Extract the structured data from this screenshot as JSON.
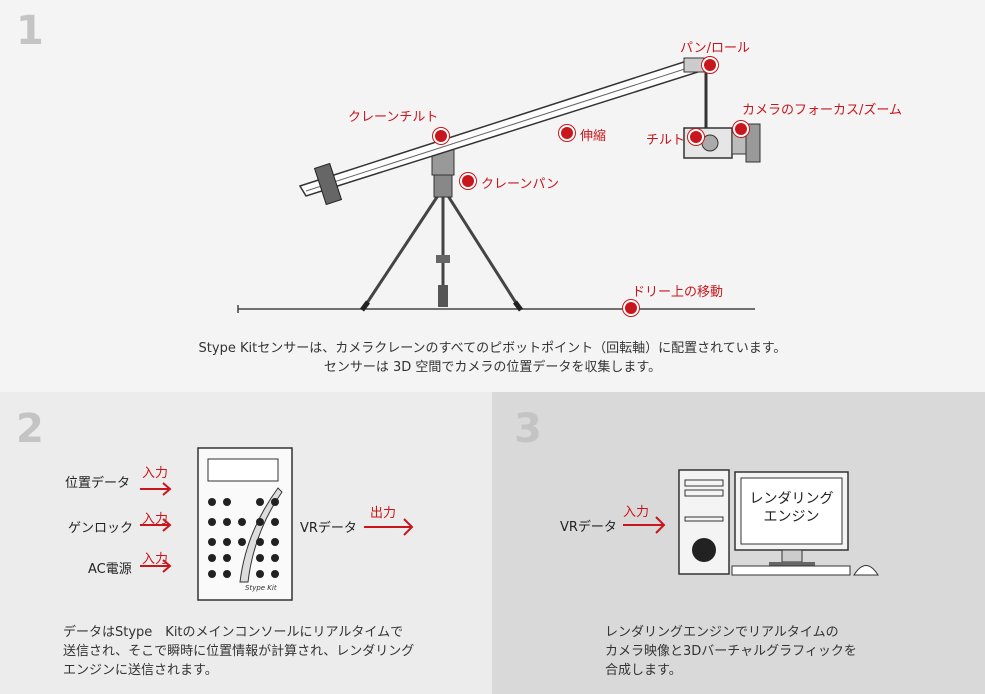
{
  "panel1": {
    "number": "1",
    "labels": {
      "pan_roll": "パン/ロール",
      "focus_zoom": "カメラのフォーカス/ズーム",
      "tilt": "チルト",
      "crane_tilt": "クレーンチルト",
      "extend": "伸縮",
      "crane_pan": "クレーンパン",
      "dolly": "ドリー上の移動"
    },
    "caption_line1": "Stype Kitセンサーは、カメラクレーンのすべてのピボットポイント（回転軸）に配置されています。",
    "caption_line2": "センサーは 3D 空間でカメラの位置データを収集します。"
  },
  "panel2": {
    "number": "2",
    "inputs": [
      "位置データ",
      "ゲンロック",
      "AC電源"
    ],
    "input_arrow": "入力",
    "output_label": "VRデータ",
    "output_arrow": "出力",
    "brand": "Stype Kit",
    "caption_line1": "データはStype　Kitのメインコンソールにリアルタイムで",
    "caption_line2": "送信され、そこで瞬時に位置情報が計算され、レンダリング",
    "caption_line3": "エンジンに送信されます。"
  },
  "panel3": {
    "number": "3",
    "input_label": "VRデータ",
    "input_arrow": "入力",
    "screen_line1": "レンダリング",
    "screen_line2": "エンジン",
    "caption_line1": "レンダリングエンジンでリアルタイムの",
    "caption_line2": "カメラ映像と3Dバーチャルグラフィックを",
    "caption_line3": "合成します。"
  },
  "colors": {
    "accent": "#c8161d",
    "panel1_bg": "#f4f4f4",
    "panel2_bg": "#ececec",
    "panel3_bg": "#d9d9d9"
  }
}
